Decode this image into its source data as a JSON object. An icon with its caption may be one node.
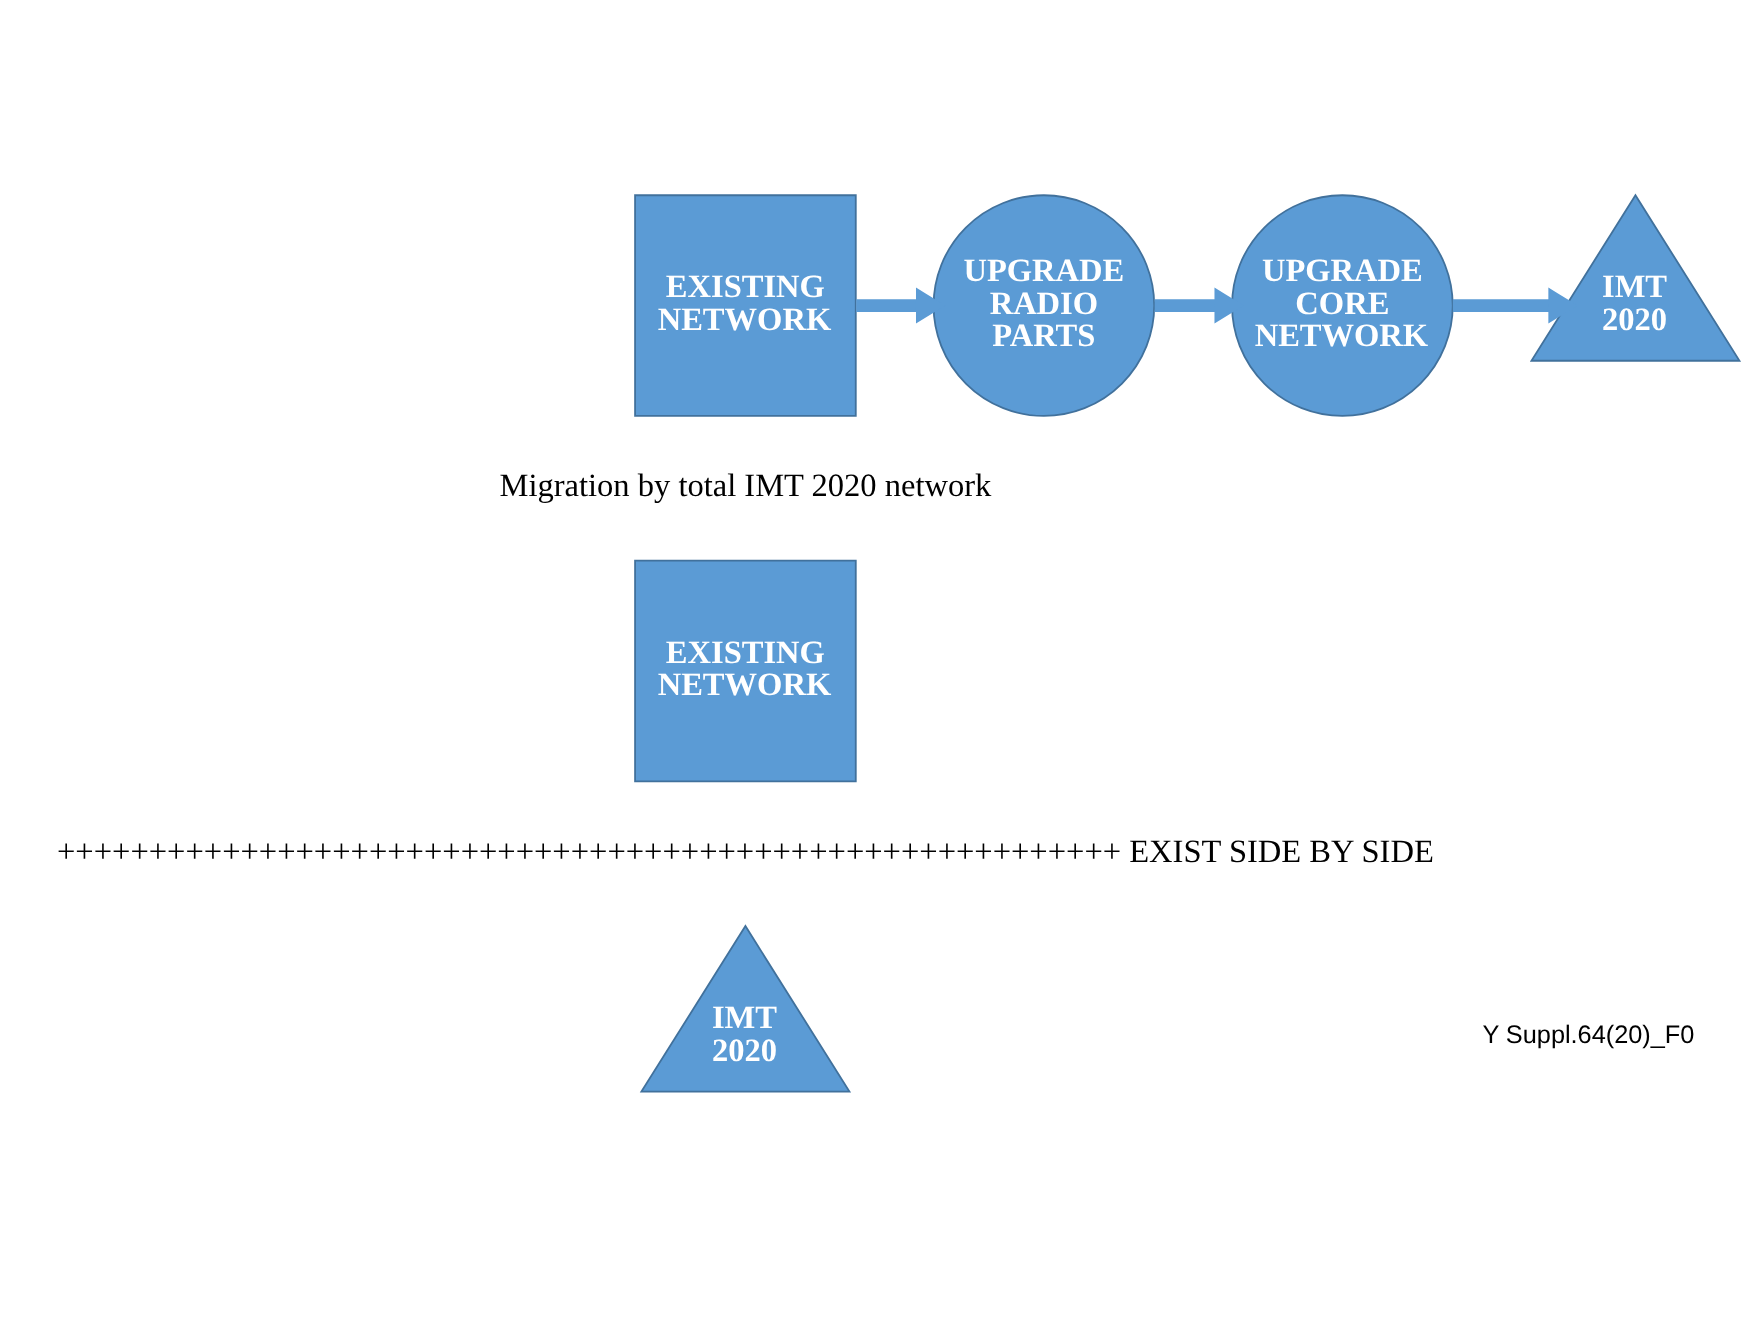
{
  "diagram": {
    "nodes": [
      {
        "text": [
          "EXISTING NETWORK"
        ]
      },
      {
        "text": [
          "UPGRADE RADIO PARTS"
        ]
      },
      {
        "text": [
          "UPGRADE CORE NETWORK"
        ]
      },
      {
        "text": [
          "IMT 2020"
        ]
      },
      {
        "text": [
          "EXISTING NETWORK"
        ]
      },
      {
        "text": [
          "IMT 2020"
        ]
      }
    ],
    "edges": [
      {
        "from": 0,
        "to": 1,
        "arrow": "to"
      },
      {
        "from": 1,
        "to": 2,
        "arrow": "to"
      },
      {
        "from": 2,
        "to": 3,
        "arrow": "to"
      }
    ],
    "labels": [
      "Migration by total IMT 2020 network",
      "++++++++++++++++++++++++++++++++++++++++++++++++++++++++++ EXIST SIDE BY SIDE",
      "Y Suppl.64(20)_F0"
    ]
  }
}
